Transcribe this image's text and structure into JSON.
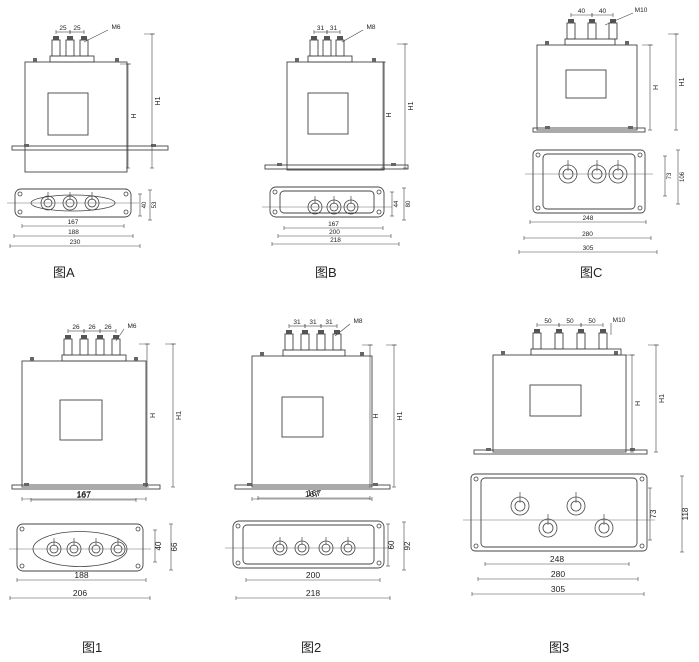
{
  "figures": [
    {
      "caption": "图A",
      "terminal_dims": [
        "25",
        "25"
      ],
      "thread": "M6",
      "height_labels": [
        "H",
        "H1"
      ],
      "base_dims": [
        "167",
        "188",
        "230"
      ],
      "side_dims": [
        "40",
        "53"
      ]
    },
    {
      "caption": "图B",
      "terminal_dims": [
        "31",
        "31"
      ],
      "thread": "M8",
      "height_labels": [
        "H",
        "H1"
      ],
      "base_dims": [
        "167",
        "200",
        "218"
      ],
      "side_dims": [
        "44",
        "80"
      ]
    },
    {
      "caption": "图C",
      "terminal_dims": [
        "40",
        "40"
      ],
      "thread": "M10",
      "height_labels": [
        "H",
        "H1"
      ],
      "base_dims": [
        "248",
        "280",
        "305"
      ],
      "side_dims": [
        "73",
        "106"
      ]
    },
    {
      "caption": "图1",
      "terminal_dims": [
        "26",
        "26",
        "26"
      ],
      "thread": "M6",
      "height_labels": [
        "H",
        "H1"
      ],
      "base_dims": [
        "167",
        "188",
        "206"
      ],
      "side_dims": [
        "40",
        "66"
      ]
    },
    {
      "caption": "图2",
      "terminal_dims": [
        "31",
        "31",
        "31"
      ],
      "thread": "M8",
      "height_labels": [
        "H",
        "H1"
      ],
      "base_dims": [
        "167",
        "200",
        "218"
      ],
      "side_dims": [
        "60",
        "92"
      ]
    },
    {
      "caption": "图3",
      "terminal_dims": [
        "50",
        "50",
        "50"
      ],
      "thread": "M10",
      "height_labels": [
        "H",
        "H1"
      ],
      "base_dims": [
        "248",
        "280",
        "305"
      ],
      "side_dims": [
        "73",
        "118"
      ]
    }
  ]
}
